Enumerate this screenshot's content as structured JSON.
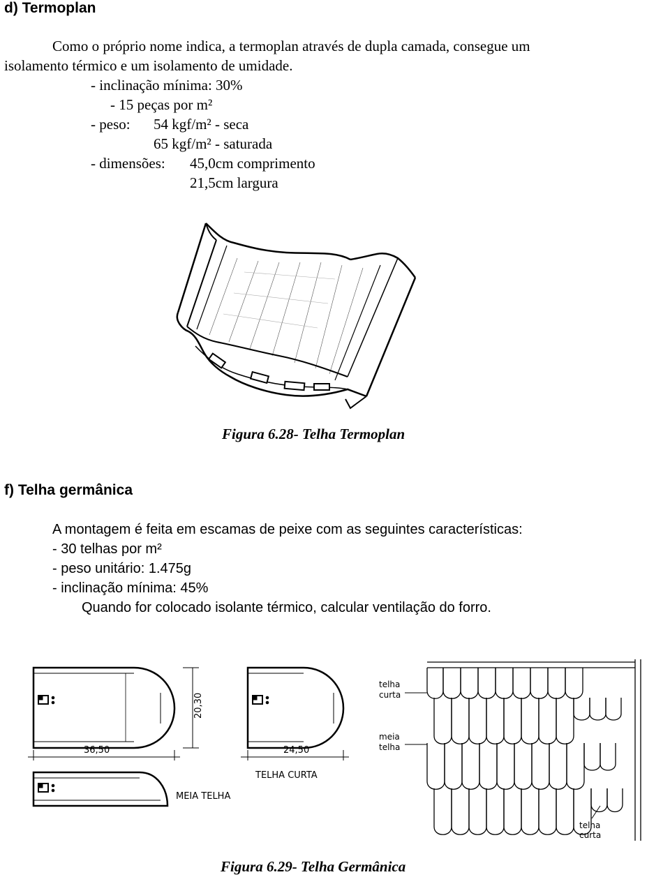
{
  "section_d": {
    "heading": "d)  Termoplan",
    "intro_line1": "Como o próprio nome indica, a termoplan através de dupla camada, consegue um",
    "intro_line2": "isolamento térmico e um isolamento de umidade.",
    "spec_inclinacao": "- inclinação mínima: 30%",
    "spec_pecas": "-   15 peças por m²",
    "spec_peso_label": "- peso:",
    "spec_peso_seca": "54 kgf/m² - seca",
    "spec_peso_saturada": "65 kgf/m² - saturada",
    "spec_dim_label": "- dimensões:",
    "spec_dim_comprimento": "45,0cm comprimento",
    "spec_dim_largura": "21,5cm largura",
    "figure_caption": "Figura 6.28- Telha Termoplan"
  },
  "section_f": {
    "heading": "f) Telha germânica",
    "intro": "A montagem é feita em escamas de peixe com as seguintes características:",
    "spec_telhas": "- 30 telhas por m²",
    "spec_peso": "- peso unitário: 1.475g",
    "spec_inclinacao": "- inclinação mínima: 45%",
    "note": "Quando for colocado isolante térmico, calcular ventilação do forro.",
    "figure_caption": "Figura 6.29- Telha Germânica",
    "drawing": {
      "dim_height": "20,30",
      "dim_width_full": "36,50",
      "dim_width_short": "24,50",
      "label_telha_curta": "TELHA   CURTA",
      "label_meia_telha": "MEIA  TELHA",
      "callout_telha_curta_1": "telha",
      "callout_telha_curta_2": "curta",
      "callout_meia_telha_1": "meia",
      "callout_meia_telha_2": "telha",
      "callout_bottom_1": "telha",
      "callout_bottom_2": "curta"
    }
  }
}
